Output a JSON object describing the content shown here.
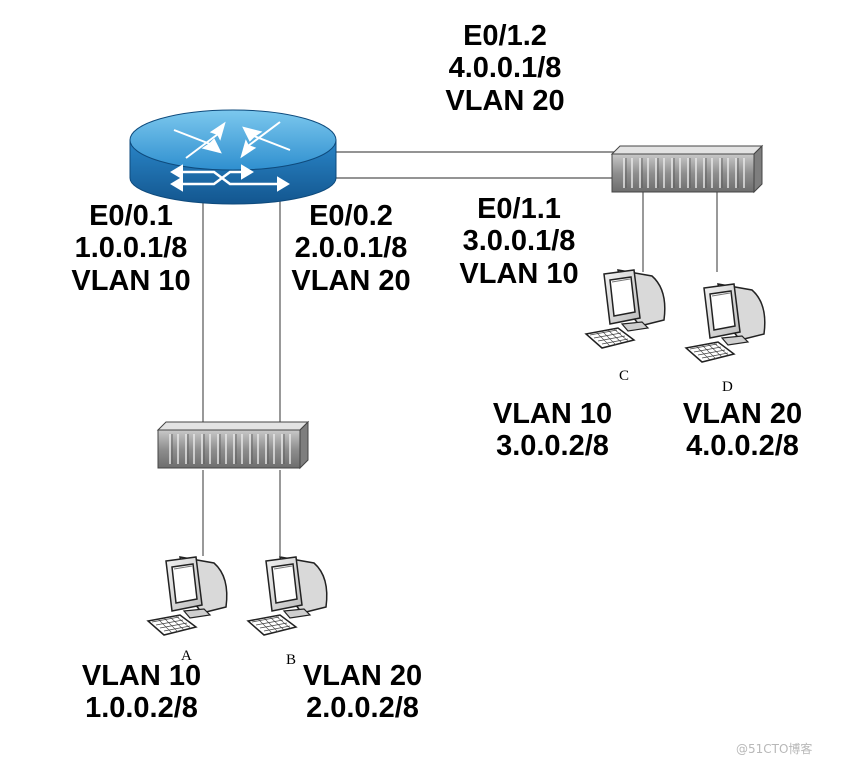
{
  "router": {
    "label_e012": [
      "E0/1.2",
      "4.0.0.1/8",
      "VLAN 20"
    ],
    "label_e011": [
      "E0/1.1",
      "3.0.0.1/8",
      "VLAN 10"
    ],
    "label_e001": [
      "E0/0.1",
      "1.0.0.1/8",
      "VLAN 10"
    ],
    "label_e002": [
      "E0/0.2",
      "2.0.0.1/8",
      "VLAN 20"
    ]
  },
  "hosts": [
    {
      "letter": "A",
      "lines": [
        "VLAN 10",
        "1.0.0.2/8"
      ]
    },
    {
      "letter": "B",
      "lines": [
        "VLAN 20",
        "2.0.0.2/8"
      ]
    },
    {
      "letter": "C",
      "lines": [
        "VLAN 10",
        "3.0.0.2/8"
      ]
    },
    {
      "letter": "D",
      "lines": [
        "VLAN 20",
        "4.0.0.2/8"
      ]
    }
  ],
  "watermark": "@51CTO博客",
  "colors": {
    "router_top": "#3aa0d8",
    "router_side": "#1b6aa8",
    "switch_body": "#9a9a9a",
    "line": "#555555"
  }
}
